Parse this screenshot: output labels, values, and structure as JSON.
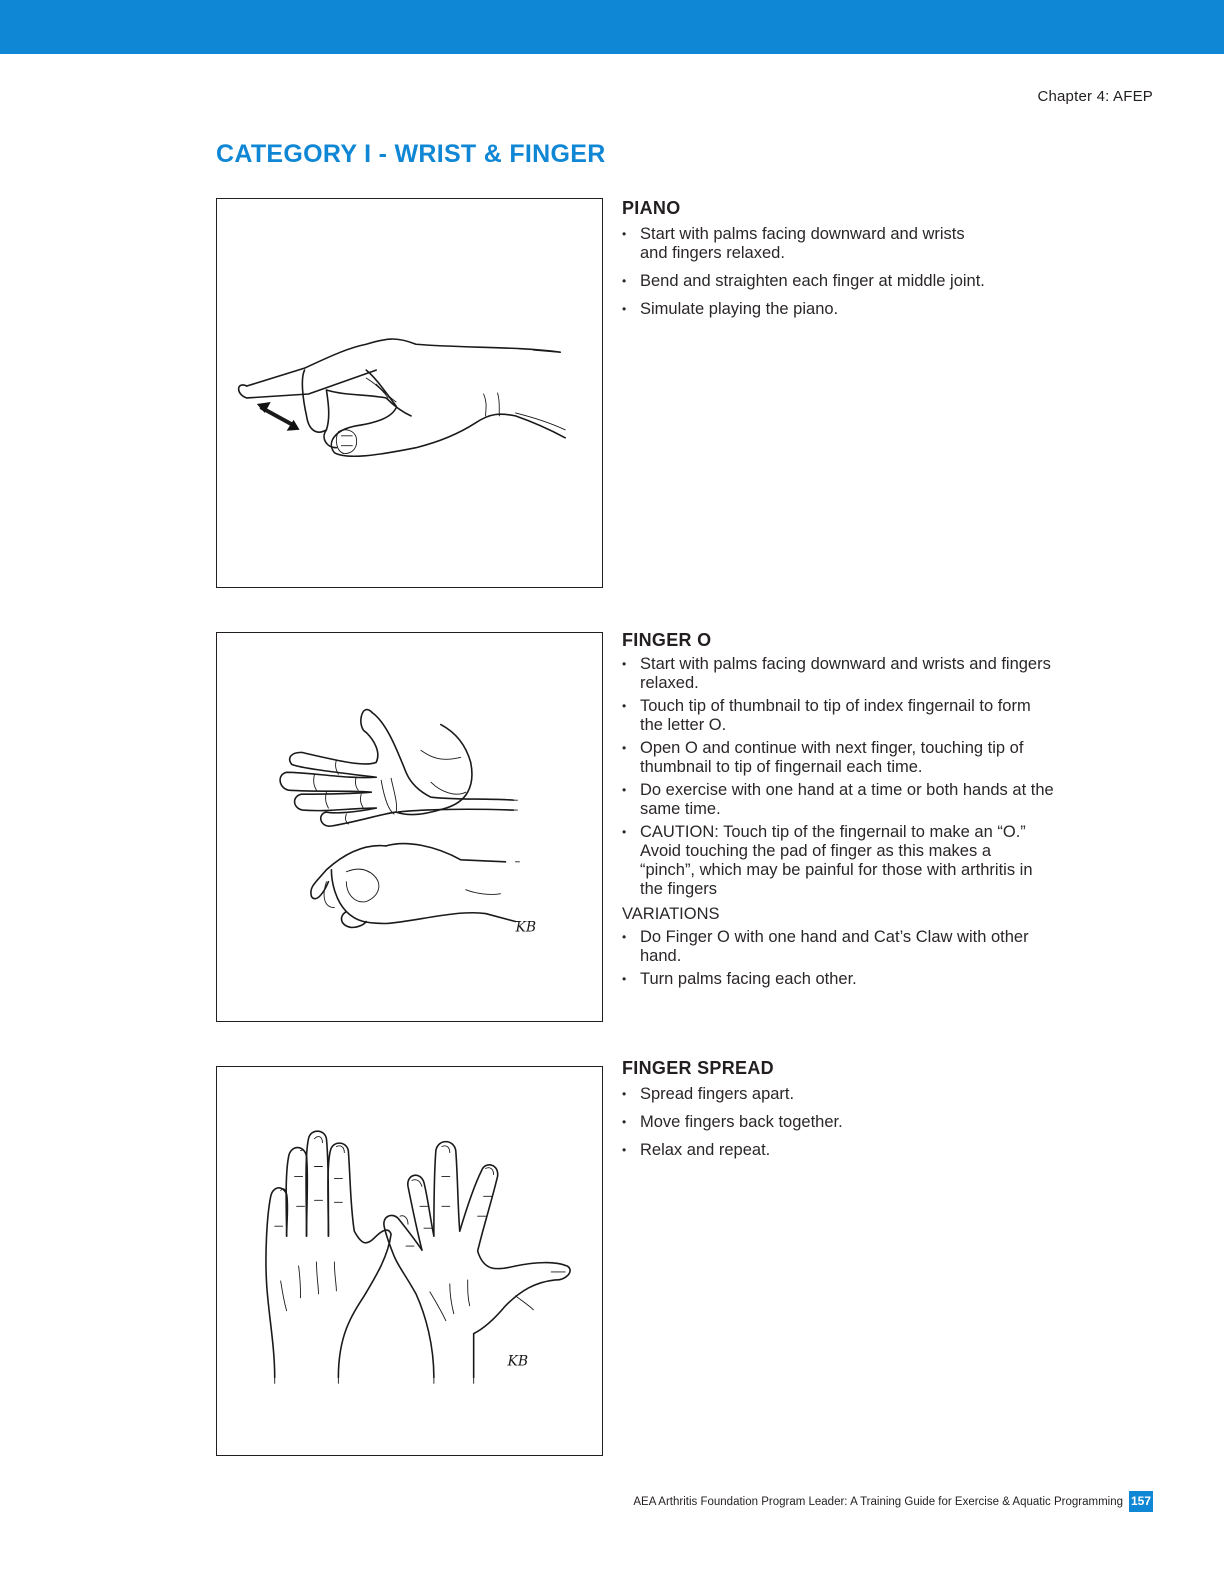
{
  "header": {
    "band_color": "#1087d4",
    "chapter": "Chapter 4: AFEP"
  },
  "category_title": "CATEGORY I - WRIST & FINGER",
  "exercises": [
    {
      "title": "PIANO",
      "illustration": "hand-side-view-finger-bend-with-arrow",
      "bullets": [
        "Start with palms facing downward and wrists and fingers relaxed.",
        "Bend and straighten each finger at middle joint.",
        "Simulate playing the piano."
      ]
    },
    {
      "title": "FINGER O",
      "illustration": "open-palm-and-finger-o-hand",
      "bullets": [
        "Start with palms facing downward and wrists and fingers relaxed.",
        "Touch tip of thumbnail to tip of index fingernail to form the letter O.",
        "Open O and continue with next finger, touching tip of thumbnail to tip of fingernail each time.",
        "Do exercise with one hand at a time or both hands at the same time.",
        "CAUTION: Touch tip of the fingernail to make an “O.” Avoid touching the pad of finger as this makes a “pinch”, which may be painful for those with arthritis in the fingers"
      ],
      "variations_label": "VARIATIONS",
      "variations": [
        "Do Finger O with one hand and Cat’s Claw with other hand.",
        "Turn palms facing each other."
      ],
      "signature": "KB"
    },
    {
      "title": "FINGER SPREAD",
      "illustration": "two-hands-fingers-together-and-spread",
      "bullets": [
        "Spread fingers apart.",
        "Move fingers back together.",
        "Relax and repeat."
      ],
      "signature": "KB"
    }
  ],
  "footer": {
    "text": "AEA Arthritis Foundation Program Leader: A Training Guide for Exercise & Aquatic Programming",
    "page_number": "157",
    "accent": "#1087d4"
  }
}
